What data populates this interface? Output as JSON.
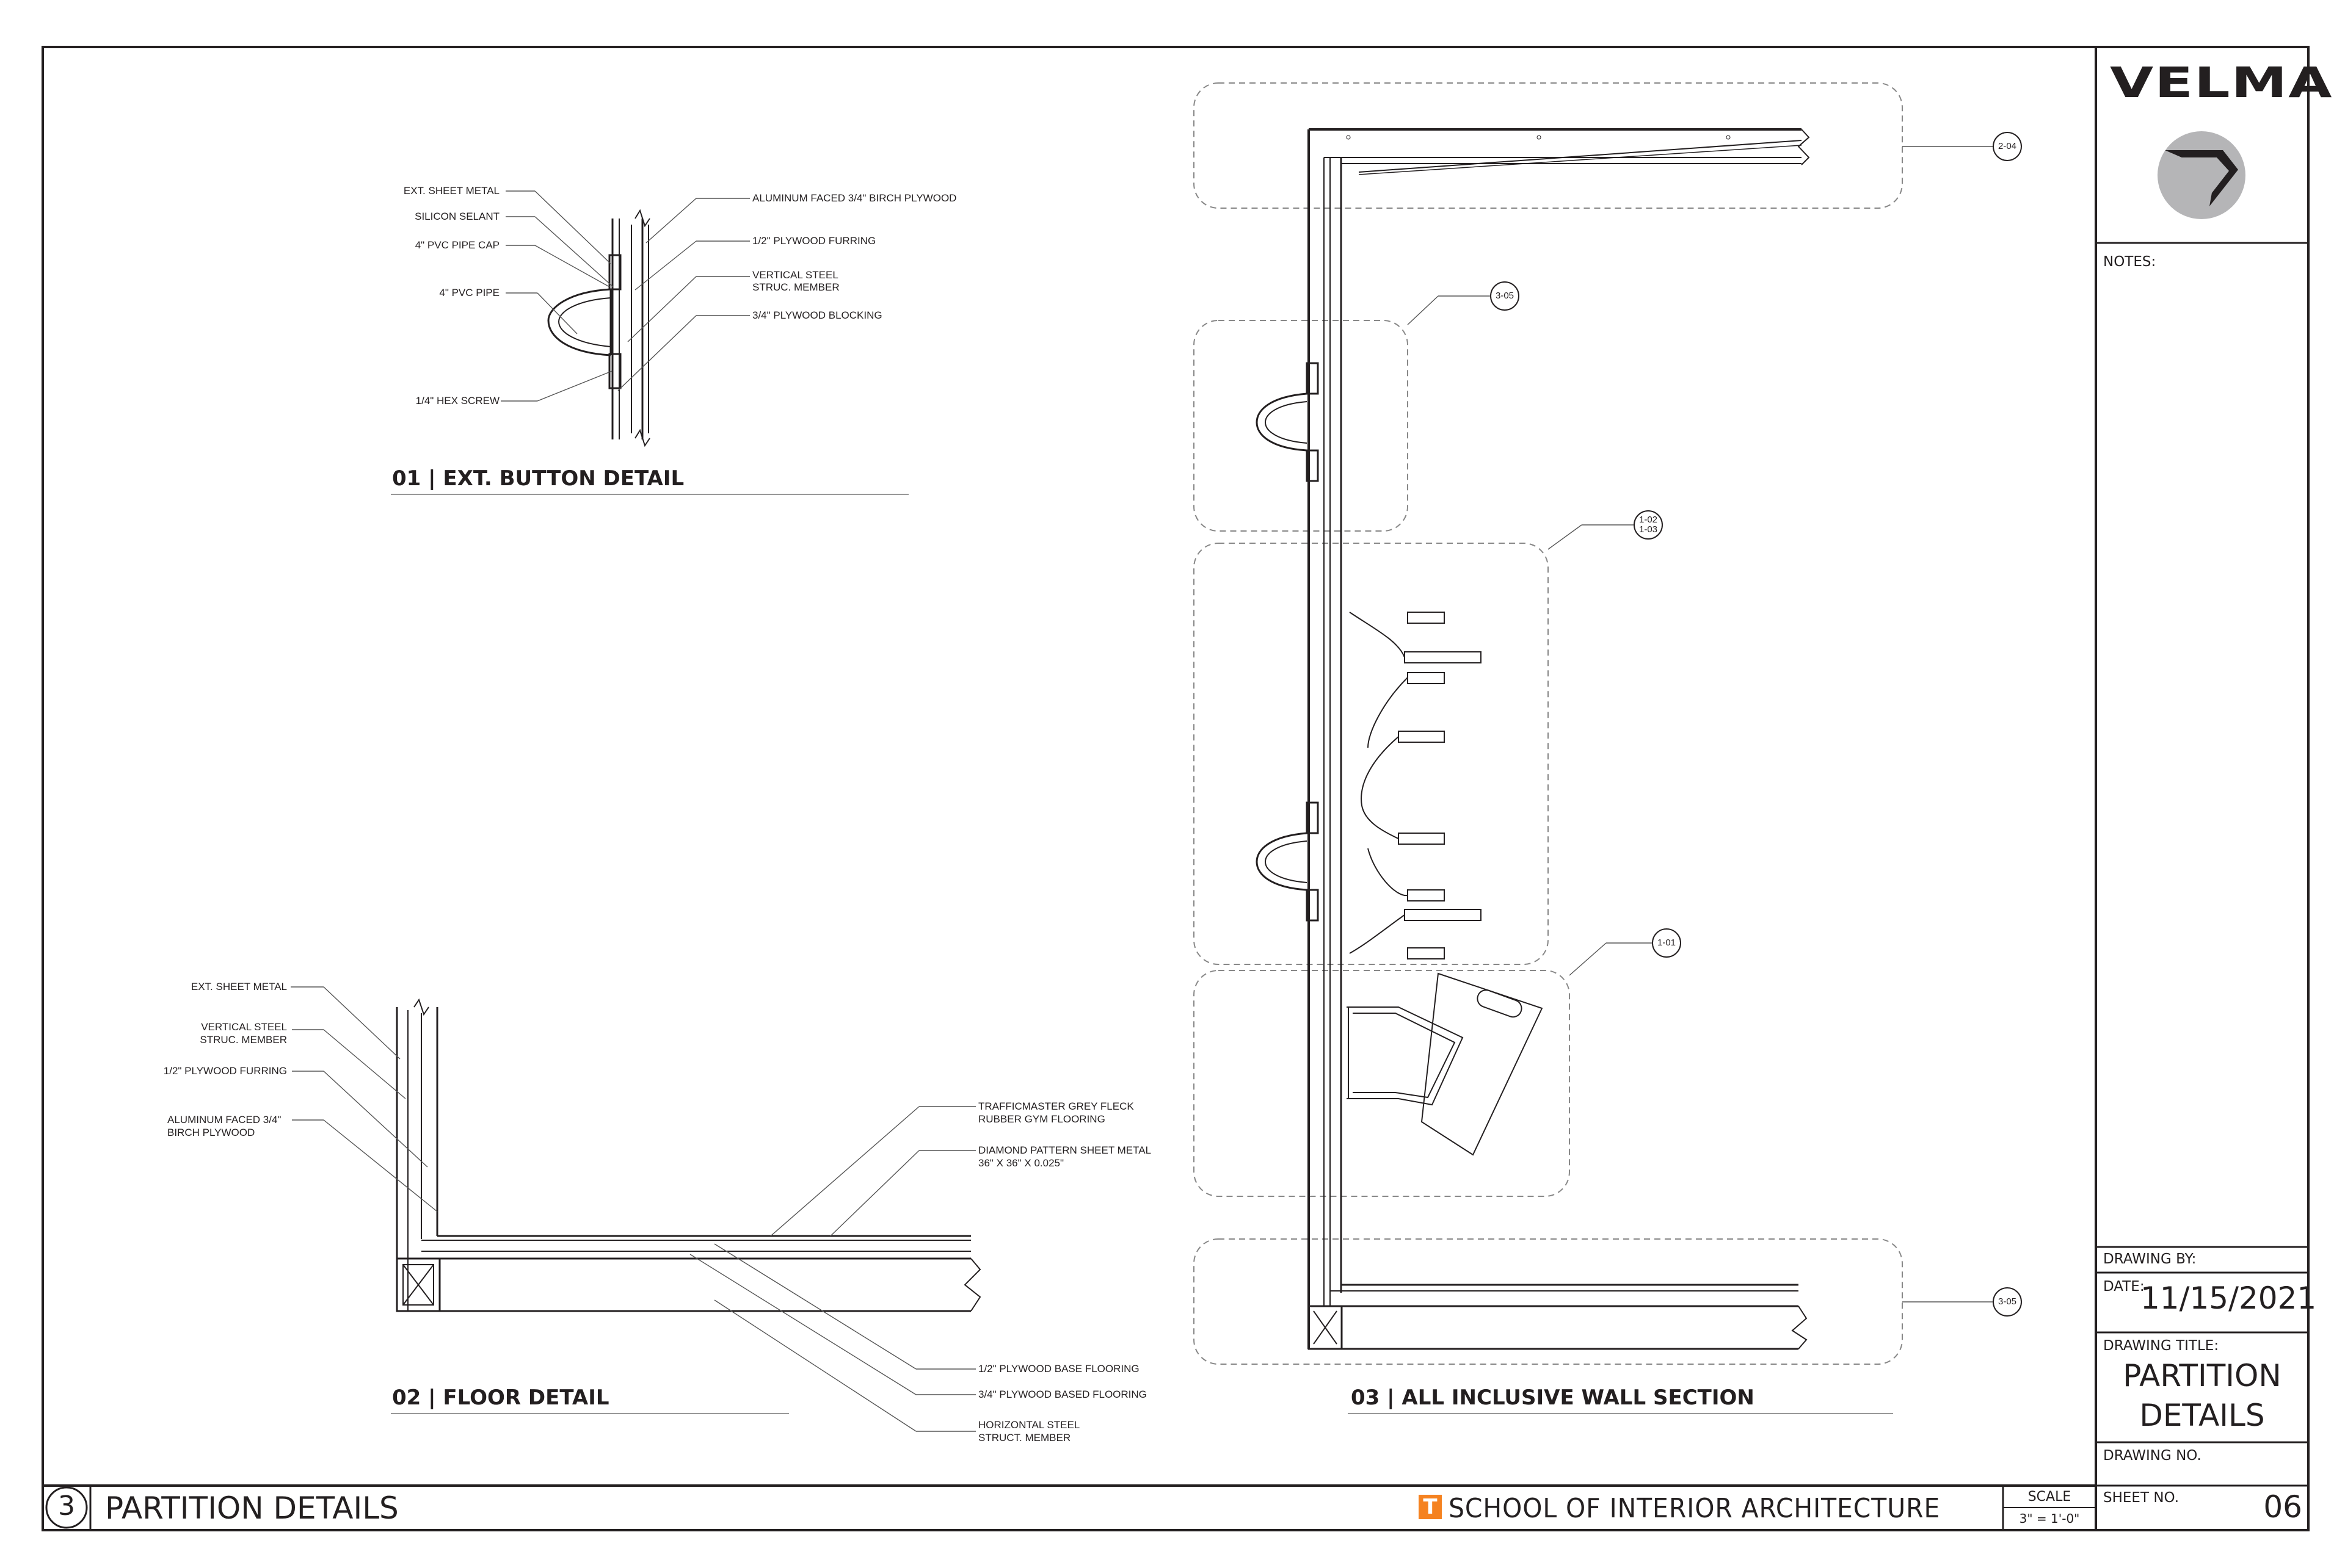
{
  "sheet": {
    "title_block": {
      "brand": "VELMA",
      "notes_label": "NOTES:",
      "drawing_by_label": "DRAWING BY:",
      "date_label": "DATE:",
      "date_value": "11/15/2021",
      "drawing_title_label": "DRAWING TITLE:",
      "drawing_title_line1": "PARTITION",
      "drawing_title_line2": "DETAILS",
      "drawing_no_label": "DRAWING NO.",
      "sheet_no_label": "SHEET NO.",
      "sheet_no_value": "06"
    },
    "bottom_bar": {
      "number": "3",
      "title": "PARTITION DETAILS",
      "school_mark": "T",
      "school": "SCHOOL OF INTERIOR ARCHITECTURE",
      "scale_label": "SCALE",
      "scale_value": "3\" = 1'-0\""
    }
  },
  "details": {
    "d01": {
      "title": "01 | EXT. BUTTON DETAIL",
      "left_labels": [
        "EXT. SHEET METAL",
        "SILICON SELANT",
        "4\" PVC PIPE CAP",
        "4\" PVC PIPE",
        "1/4\" HEX SCREW"
      ],
      "right_labels": [
        "ALUMINUM FACED 3/4\" BIRCH PLYWOOD",
        "1/2\" PLYWOOD FURRING",
        "VERTICAL STEEL",
        "STRUC. MEMBER",
        "3/4\" PLYWOOD BLOCKING"
      ]
    },
    "d02": {
      "title": "02 | FLOOR DETAIL",
      "left_labels": [
        "EXT. SHEET METAL",
        "VERTICAL STEEL",
        "STRUC. MEMBER",
        "1/2\" PLYWOOD FURRING",
        "ALUMINUM FACED 3/4\"",
        "BIRCH PLYWOOD"
      ],
      "right_labels": [
        "TRAFFICMASTER GREY FLECK",
        "RUBBER GYM FLOORING",
        "DIAMOND PATTERN SHEET METAL",
        "36\" X 36\" X 0.025\""
      ],
      "bottom_labels": [
        "1/2\" PLYWOOD BASE FLOORING",
        "3/4\" PLYWOOD BASED FLOORING",
        "HORIZONTAL STEEL",
        "STRUCT. MEMBER"
      ]
    },
    "d03": {
      "title": "03 | ALL INCLUSIVE WALL SECTION",
      "callouts": [
        "2-04",
        "3-05",
        "1-02",
        "1-03",
        "1-01",
        "3-05"
      ]
    }
  }
}
